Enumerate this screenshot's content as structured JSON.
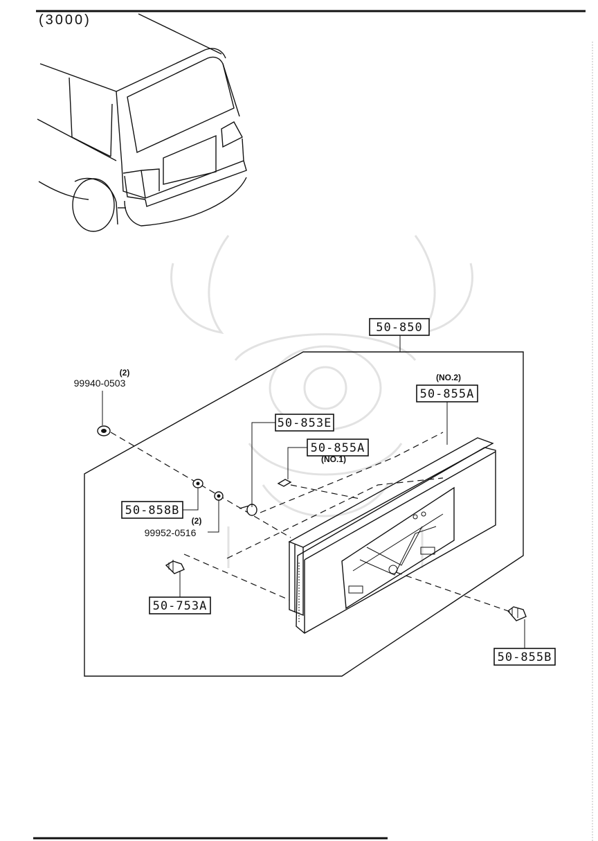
{
  "header": {
    "section_code": "(3000)"
  },
  "callouts": {
    "assembly": "50-850",
    "garnish_no2": "50-855A",
    "garnish_no2_note": "(NO.2)",
    "bolt": "50-853E",
    "garnish_no1": "50-855A",
    "garnish_no1_note": "(NO.1)",
    "nut": "99940-0503",
    "nut_qty": "(2)",
    "grommet": "50-858B",
    "washer": "99952-0516",
    "washer_qty": "(2)",
    "clip": "50-753A",
    "screw": "50-855B"
  }
}
